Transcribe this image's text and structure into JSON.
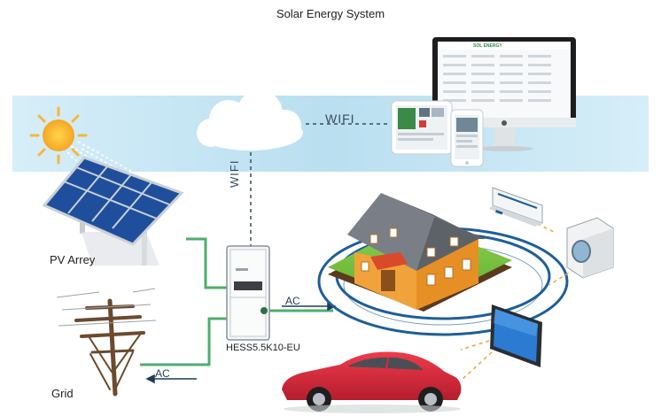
{
  "title": "Solar Energy System",
  "labels": {
    "wifi_horizontal": "WIFI",
    "wifi_vertical": "WIFI",
    "pv_array": "PV Arrey",
    "grid": "Grid",
    "ac_inverter": "AC",
    "ac_grid": "AC",
    "inverter_model": "HESS5.5K10-EU",
    "monitor_brand": "SOL ENERGY"
  },
  "colors": {
    "sky_band": "#cfe9f5",
    "cable_green": "#4caf6a",
    "signal_blue": "#1e5f9a",
    "dashed_orange": "#e8a53a",
    "car_red": "#d9283a",
    "house_wall": "#f2a23a",
    "roof_gray": "#7a7f87"
  },
  "icons": [
    "sun-icon",
    "cloud-icon",
    "solar-panel-icon",
    "monitor-icon",
    "tablet-icon",
    "phone-icon",
    "inverter-icon",
    "house-icon",
    "air-conditioner-icon",
    "washing-machine-icon",
    "tv-icon",
    "electric-car-icon",
    "power-pole-icon"
  ]
}
